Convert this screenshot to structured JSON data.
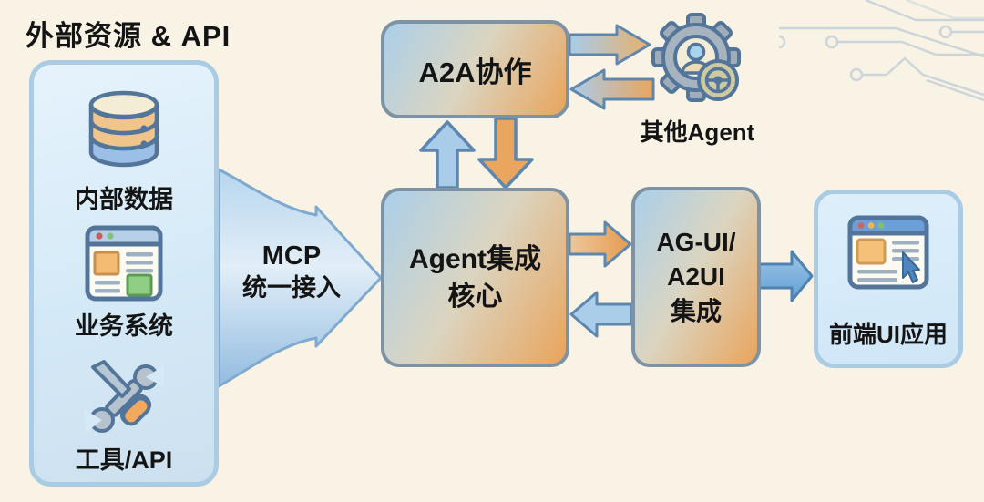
{
  "title": "外部资源 & API",
  "colors": {
    "background": "#f8f3e4",
    "panel_fill": "#d8eaf8",
    "panel_border": "#a9cbe4",
    "node_border": "#7d93a5",
    "node_gradient_blue": "#abcfe9",
    "node_gradient_orange": "#e9a45c",
    "arrow_blue": "#a9cce9",
    "arrow_orange": "#eaa55e",
    "arrow_outline": "#5d87ae",
    "text": "#141414",
    "circuit_lines": "#ccd5d9"
  },
  "left_panel": {
    "items": [
      {
        "icon": "database-icon",
        "label": "内部数据"
      },
      {
        "icon": "browser-icon",
        "label": "业务系统"
      },
      {
        "icon": "tools-icon",
        "label": "工具/API"
      }
    ]
  },
  "mcp": {
    "line1": "MCP",
    "line2": "统一接入"
  },
  "nodes": {
    "a2a": {
      "label": "A2A协作"
    },
    "agent": {
      "line1": "Agent集成",
      "line2": "核心"
    },
    "agui": {
      "line1": "AG-UI/",
      "line2": "A2UI",
      "line3": "集成"
    },
    "frontend": {
      "label": "前端UI应用"
    },
    "other_agent": {
      "label": "其他Agent"
    }
  }
}
